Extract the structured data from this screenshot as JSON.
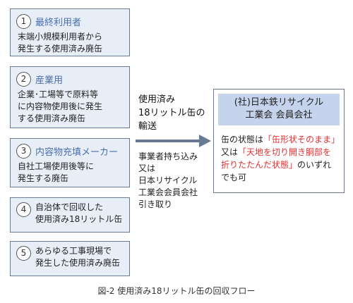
{
  "sources": [
    {
      "number": "1",
      "title": "最終利用者",
      "lines": [
        "末端小規模利用者から",
        "発生する使用済み廃缶"
      ]
    },
    {
      "number": "2",
      "title": "産業用",
      "lines": [
        "企業･工場等で原料等",
        "に内容物使用後に発生",
        "する使用済み廃缶"
      ]
    },
    {
      "number": "3",
      "title": "内容物充填メーカー",
      "lines": [
        "自社工場使用後等に",
        "発生する廃缶"
      ]
    },
    {
      "number": "4",
      "title": "",
      "lines": [
        "自治体で回収した",
        "使用済み18リットル缶"
      ]
    },
    {
      "number": "5",
      "title": "",
      "lines": [
        "あらゆる工事現場で",
        "発生した使用済み廃缶"
      ]
    }
  ],
  "transport": {
    "lines": [
      "使用済み",
      "18リットル缶の",
      "輸送"
    ]
  },
  "method": {
    "lines": [
      "事業者持ち込み",
      "又は",
      "日本リサイクル",
      "工業会会員会社",
      "引き取り"
    ]
  },
  "destination": {
    "header_lines": [
      "(社)日本鉄リサイクル",
      "工業会 会員会社"
    ],
    "line1_prefix": "缶の状態は",
    "line1_highlight": "「缶形状そのまま」",
    "line2_prefix": "又は",
    "line2_highlight": "「天地を切り開き胴部を",
    "line3_highlight": "折りたたんだ状態」",
    "line3_suffix": "のいずれ",
    "line4": "でも可"
  },
  "caption": "図-2 使用済み18リットル缶の回収フロー",
  "colors": {
    "box_fill": "#e8eef8",
    "box_border": "#6a7a94",
    "title_blue": "#4a6fb0",
    "header_fill": "#c5d3ec",
    "arrow": "#6a7a94",
    "highlight": "#e53030"
  }
}
